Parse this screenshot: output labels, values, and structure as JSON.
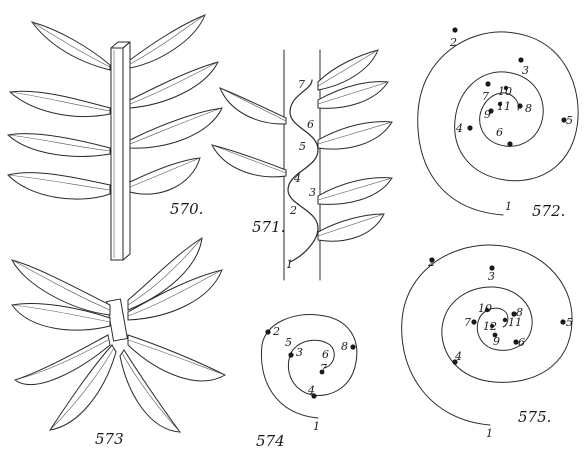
{
  "figures": [
    {
      "id": "fig570",
      "label": "570."
    },
    {
      "id": "fig571",
      "label": "571."
    },
    {
      "id": "fig572",
      "label": "572."
    },
    {
      "id": "fig573",
      "label": "573"
    },
    {
      "id": "fig574",
      "label": "574"
    },
    {
      "id": "fig575",
      "label": "575."
    }
  ],
  "fig571_leaf_numbers": [
    "1",
    "2",
    "3",
    "4",
    "5",
    "6",
    "7"
  ],
  "fig572_numbers": [
    "1",
    "2",
    "3",
    "4",
    "5",
    "6",
    "7",
    "8",
    "9",
    "10",
    "11"
  ],
  "fig574_numbers": [
    "1",
    "2",
    "3",
    "4",
    "5",
    "6",
    "7",
    "8"
  ],
  "fig575_numbers": [
    "1",
    "2",
    "3",
    "4",
    "5",
    "6",
    "7",
    "8",
    "9",
    "10",
    "11",
    "12"
  ]
}
